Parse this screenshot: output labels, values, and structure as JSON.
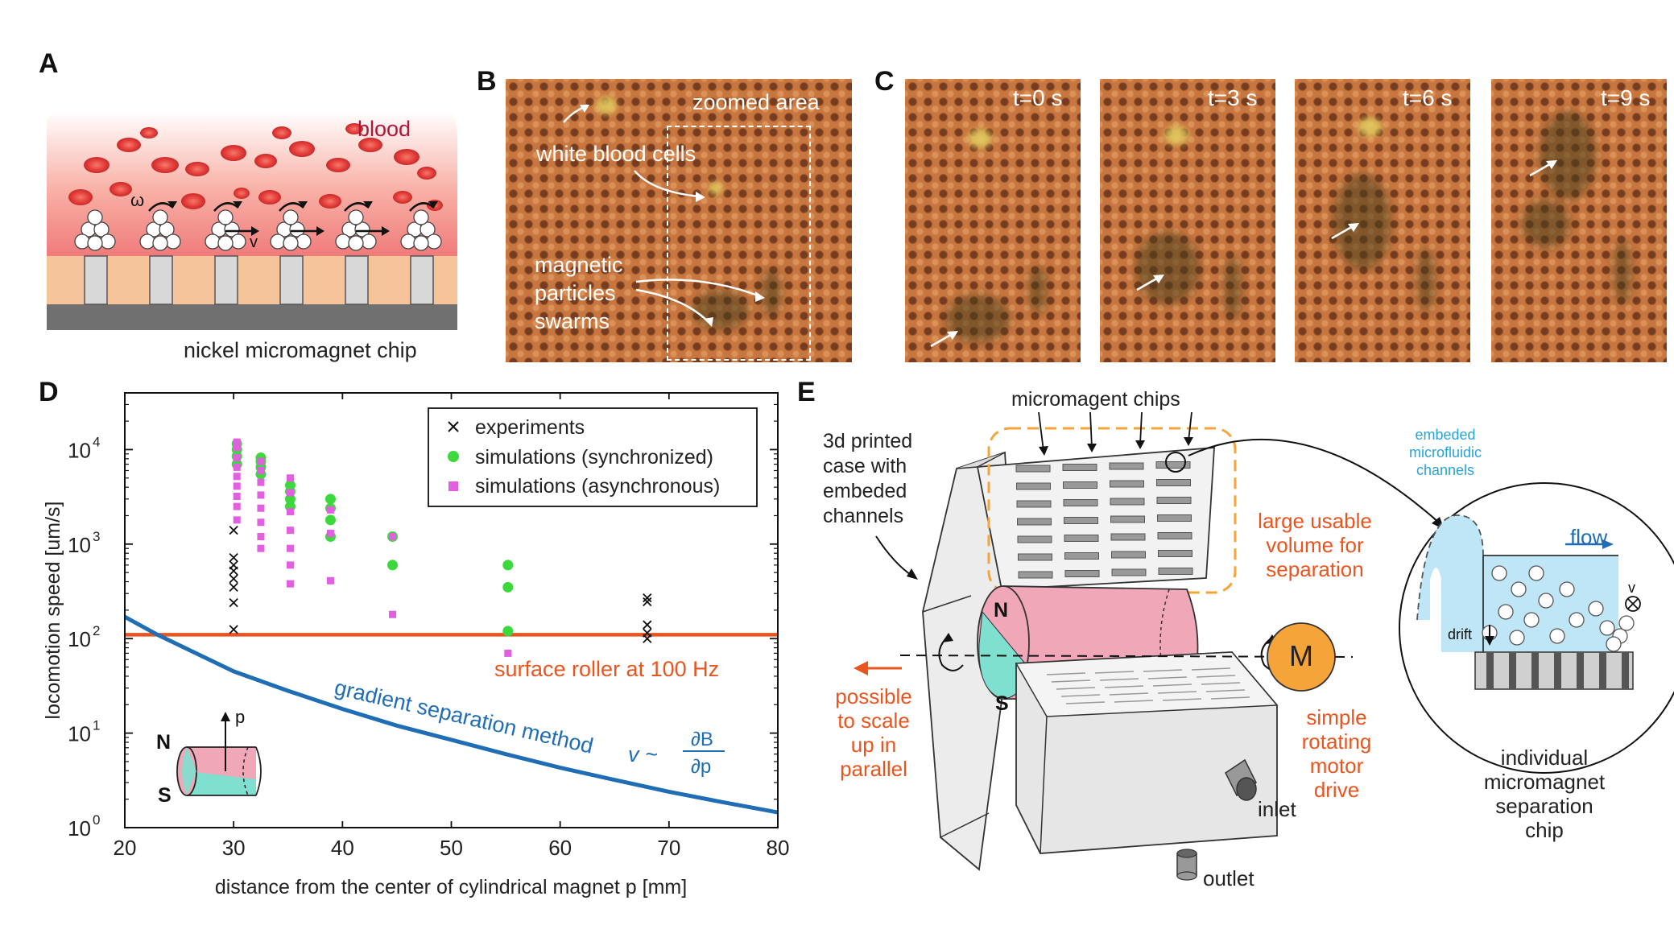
{
  "panels": {
    "a": {
      "label": "A",
      "blood": "blood",
      "omega": "ω",
      "v": "v",
      "chip": "nickel micromagnet chip"
    },
    "b": {
      "label": "B",
      "zoomed": "zoomed area",
      "wbc": "white blood cells",
      "swarm_line1": "magnetic",
      "swarm_line2": "particles",
      "swarm_line3": "swarms"
    },
    "c": {
      "label": "C",
      "frames": [
        "t=0 s",
        "t=3 s",
        "t=6 s",
        "t=9 s"
      ]
    },
    "d": {
      "label": "D",
      "roller_label": "surface roller at 100 Hz",
      "gradient_label": "gradient separation method",
      "eq_v": "v ~",
      "eq_num": "∂B",
      "eq_den": "∂p",
      "inset_n": "N",
      "inset_s": "S",
      "inset_p": "p"
    },
    "e": {
      "label": "E",
      "chips": "micromagent chips",
      "case_line1": "3d printed",
      "case_line2": "case with",
      "case_line3": "embeded",
      "case_line4": "channels",
      "large_line1": "large usable",
      "large_line2": "volume for",
      "large_line3": "separation",
      "scale_line1": "possible",
      "scale_line2": "to scale",
      "scale_line3": "up in",
      "scale_line4": "parallel",
      "motor_line1": "simple",
      "motor_line2": "rotating",
      "motor_line3": "motor",
      "motor_line4": "drive",
      "motor_symbol": "M",
      "mag_n": "N",
      "mag_s": "S",
      "inlet": "inlet",
      "outlet": "outlet",
      "embed_line1": "embeded",
      "embed_line2": "microfluidic",
      "embed_line3": "channels",
      "flow": "flow",
      "drift": "drift",
      "v": "v",
      "chip_line1": "individual",
      "chip_line2": "micromagnet",
      "chip_line3": "separation",
      "chip_line4": "chip"
    }
  },
  "colors": {
    "experiments": "#111111",
    "sync": "#3cd93c",
    "async": "#e060e0",
    "roller": "#e8551f",
    "gradient": "#1f6db5",
    "orange_text": "#e8551f",
    "motor": "#f5a43a",
    "magnet_pink": "#f0a7b8",
    "magnet_cyan": "#7fe0d0",
    "fluid_blue": "#bfe6f7"
  },
  "chart_data": {
    "type": "scatter",
    "xlabel": "distance from the center of cylindrical magnet p [mm]",
    "ylabel": "locomotion speed [um/s]",
    "xlim": [
      20,
      80
    ],
    "ylim_log10": [
      0,
      4.6
    ],
    "log_y": true,
    "x_ticks": [
      20,
      30,
      40,
      50,
      60,
      70,
      80
    ],
    "y_ticks": [
      {
        "exp": 0,
        "label": "10",
        "sup": "0"
      },
      {
        "exp": 1,
        "label": "10",
        "sup": "1"
      },
      {
        "exp": 2,
        "label": "10",
        "sup": "2"
      },
      {
        "exp": 3,
        "label": "10",
        "sup": "3"
      },
      {
        "exp": 4,
        "label": "10",
        "sup": "4"
      }
    ],
    "legend_position": "top-right",
    "series": [
      {
        "name": "experiments",
        "marker": "x",
        "points": [
          [
            30,
            125
          ],
          [
            30,
            240
          ],
          [
            30,
            350
          ],
          [
            30,
            430
          ],
          [
            30,
            520
          ],
          [
            30,
            600
          ],
          [
            30,
            720
          ],
          [
            30,
            1400
          ],
          [
            68,
            100
          ],
          [
            68,
            115
          ],
          [
            68,
            140
          ],
          [
            68,
            245
          ],
          [
            68,
            270
          ]
        ]
      },
      {
        "name": "simulations (synchronized)",
        "marker": "circle",
        "points": [
          [
            30.3,
            7000
          ],
          [
            30.3,
            8500
          ],
          [
            30.3,
            10000
          ],
          [
            30.3,
            11500
          ],
          [
            32.5,
            5500
          ],
          [
            32.5,
            6500
          ],
          [
            32.5,
            7500
          ],
          [
            32.5,
            8200
          ],
          [
            35.2,
            2500
          ],
          [
            35.2,
            3000
          ],
          [
            35.2,
            3600
          ],
          [
            35.2,
            4200
          ],
          [
            38.9,
            1200
          ],
          [
            38.9,
            1800
          ],
          [
            38.9,
            2400
          ],
          [
            38.9,
            3000
          ],
          [
            44.6,
            600
          ],
          [
            44.6,
            1200
          ],
          [
            55.2,
            120
          ],
          [
            55.2,
            350
          ],
          [
            55.2,
            600
          ]
        ]
      },
      {
        "name": "simulations (asynchronous)",
        "marker": "square",
        "points": [
          [
            30.3,
            1800
          ],
          [
            30.3,
            2500
          ],
          [
            30.3,
            3200
          ],
          [
            30.3,
            4100
          ],
          [
            30.3,
            5200
          ],
          [
            30.3,
            6500
          ],
          [
            30.3,
            8200
          ],
          [
            30.3,
            10500
          ],
          [
            30.3,
            12000
          ],
          [
            32.5,
            900
          ],
          [
            32.5,
            1200
          ],
          [
            32.5,
            1700
          ],
          [
            32.5,
            2400
          ],
          [
            32.5,
            3300
          ],
          [
            32.5,
            4500
          ],
          [
            32.5,
            6000
          ],
          [
            32.5,
            7500
          ],
          [
            35.2,
            380
          ],
          [
            35.2,
            600
          ],
          [
            35.2,
            900
          ],
          [
            35.2,
            1400
          ],
          [
            35.2,
            2200
          ],
          [
            35.2,
            3500
          ],
          [
            35.2,
            5000
          ],
          [
            38.9,
            410
          ],
          [
            38.9,
            1300
          ],
          [
            38.9,
            2300
          ],
          [
            44.6,
            180
          ],
          [
            44.6,
            1200
          ],
          [
            55.2,
            70
          ]
        ]
      },
      {
        "name": "surface roller at 100 Hz",
        "type": "hline",
        "y": 110
      },
      {
        "name": "gradient separation method",
        "type": "line",
        "points": [
          [
            20,
            170
          ],
          [
            23,
            110
          ],
          [
            26,
            75
          ],
          [
            30,
            45
          ],
          [
            35,
            28
          ],
          [
            40,
            18
          ],
          [
            45,
            12
          ],
          [
            50,
            8.5
          ],
          [
            55,
            6
          ],
          [
            60,
            4.3
          ],
          [
            65,
            3.2
          ],
          [
            70,
            2.4
          ],
          [
            75,
            1.85
          ],
          [
            80,
            1.45
          ]
        ]
      }
    ]
  }
}
